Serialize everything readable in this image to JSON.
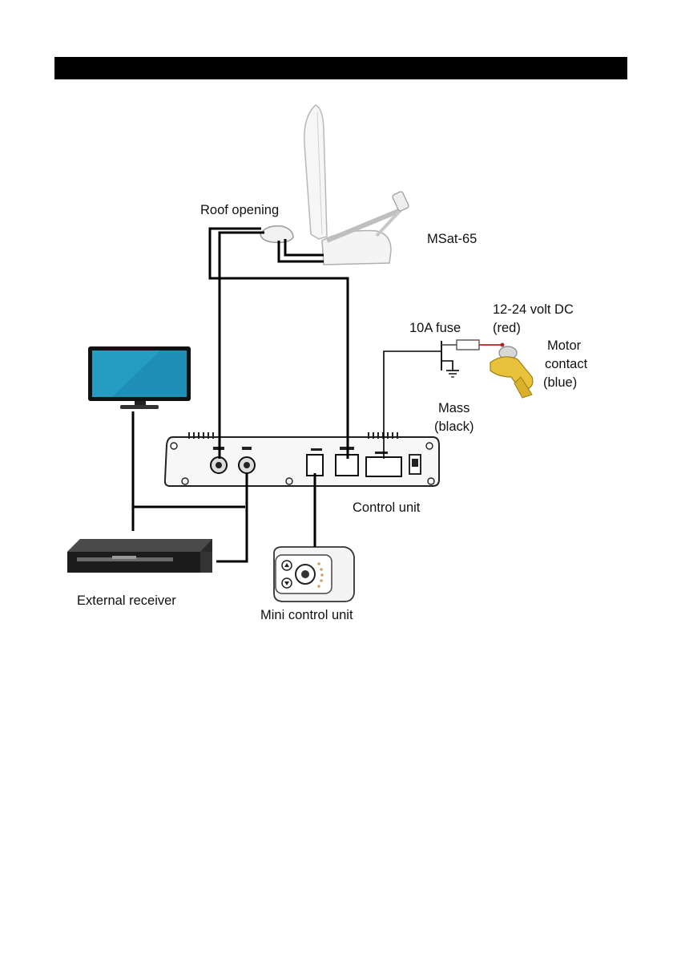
{
  "header": {
    "title": ""
  },
  "labels": {
    "roof_opening": "Roof opening",
    "antenna": "MSat-65",
    "supply": "12-24 volt DC",
    "supply_color": "(red)",
    "fuse": "10A fuse",
    "motor_line1": "Motor",
    "motor_line2": "contact",
    "motor_line3": "(blue)",
    "mass_line1": "Mass",
    "mass_line2": "(black)",
    "control_unit": "Control unit",
    "external_receiver": "External receiver",
    "mini_control_unit": "Mini control unit"
  },
  "colors": {
    "cable": "#000000",
    "supply_wire": "#b22222",
    "key": "#e8c23a",
    "tv_screen": "#1f8fb5",
    "antenna": "#f2f2f2"
  },
  "icons": [
    "satellite-dish-icon",
    "tv-icon",
    "receiver-icon",
    "control-unit-icon",
    "remote-icon",
    "key-icon",
    "fuse-icon",
    "ground-icon"
  ]
}
